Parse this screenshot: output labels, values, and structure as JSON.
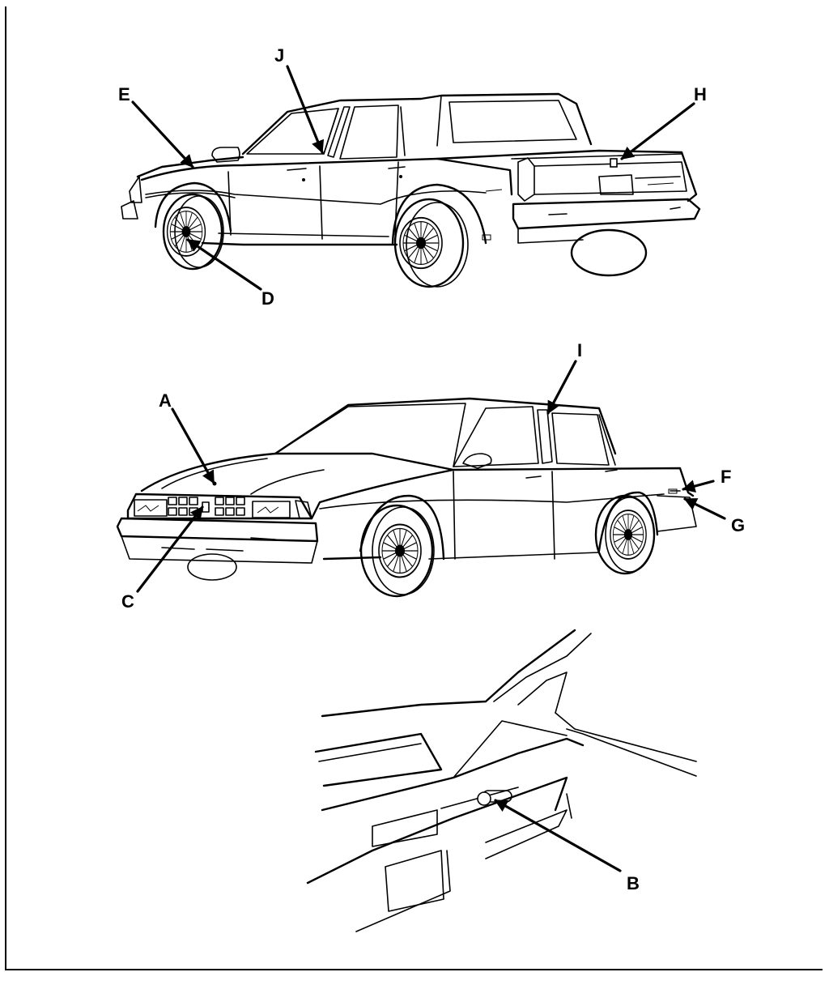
{
  "diagram": {
    "callouts": {
      "A": "A",
      "B": "B",
      "C": "C",
      "D": "D",
      "E": "E",
      "F": "F",
      "G": "G",
      "H": "H",
      "I": "I",
      "J": "J"
    },
    "icons": {
      "rear_view": "car-rear-three-quarter-illustration",
      "front_view": "car-front-three-quarter-illustration",
      "dash_view": "instrument-panel-detail-illustration",
      "arrow": "callout-arrow-icon"
    }
  }
}
